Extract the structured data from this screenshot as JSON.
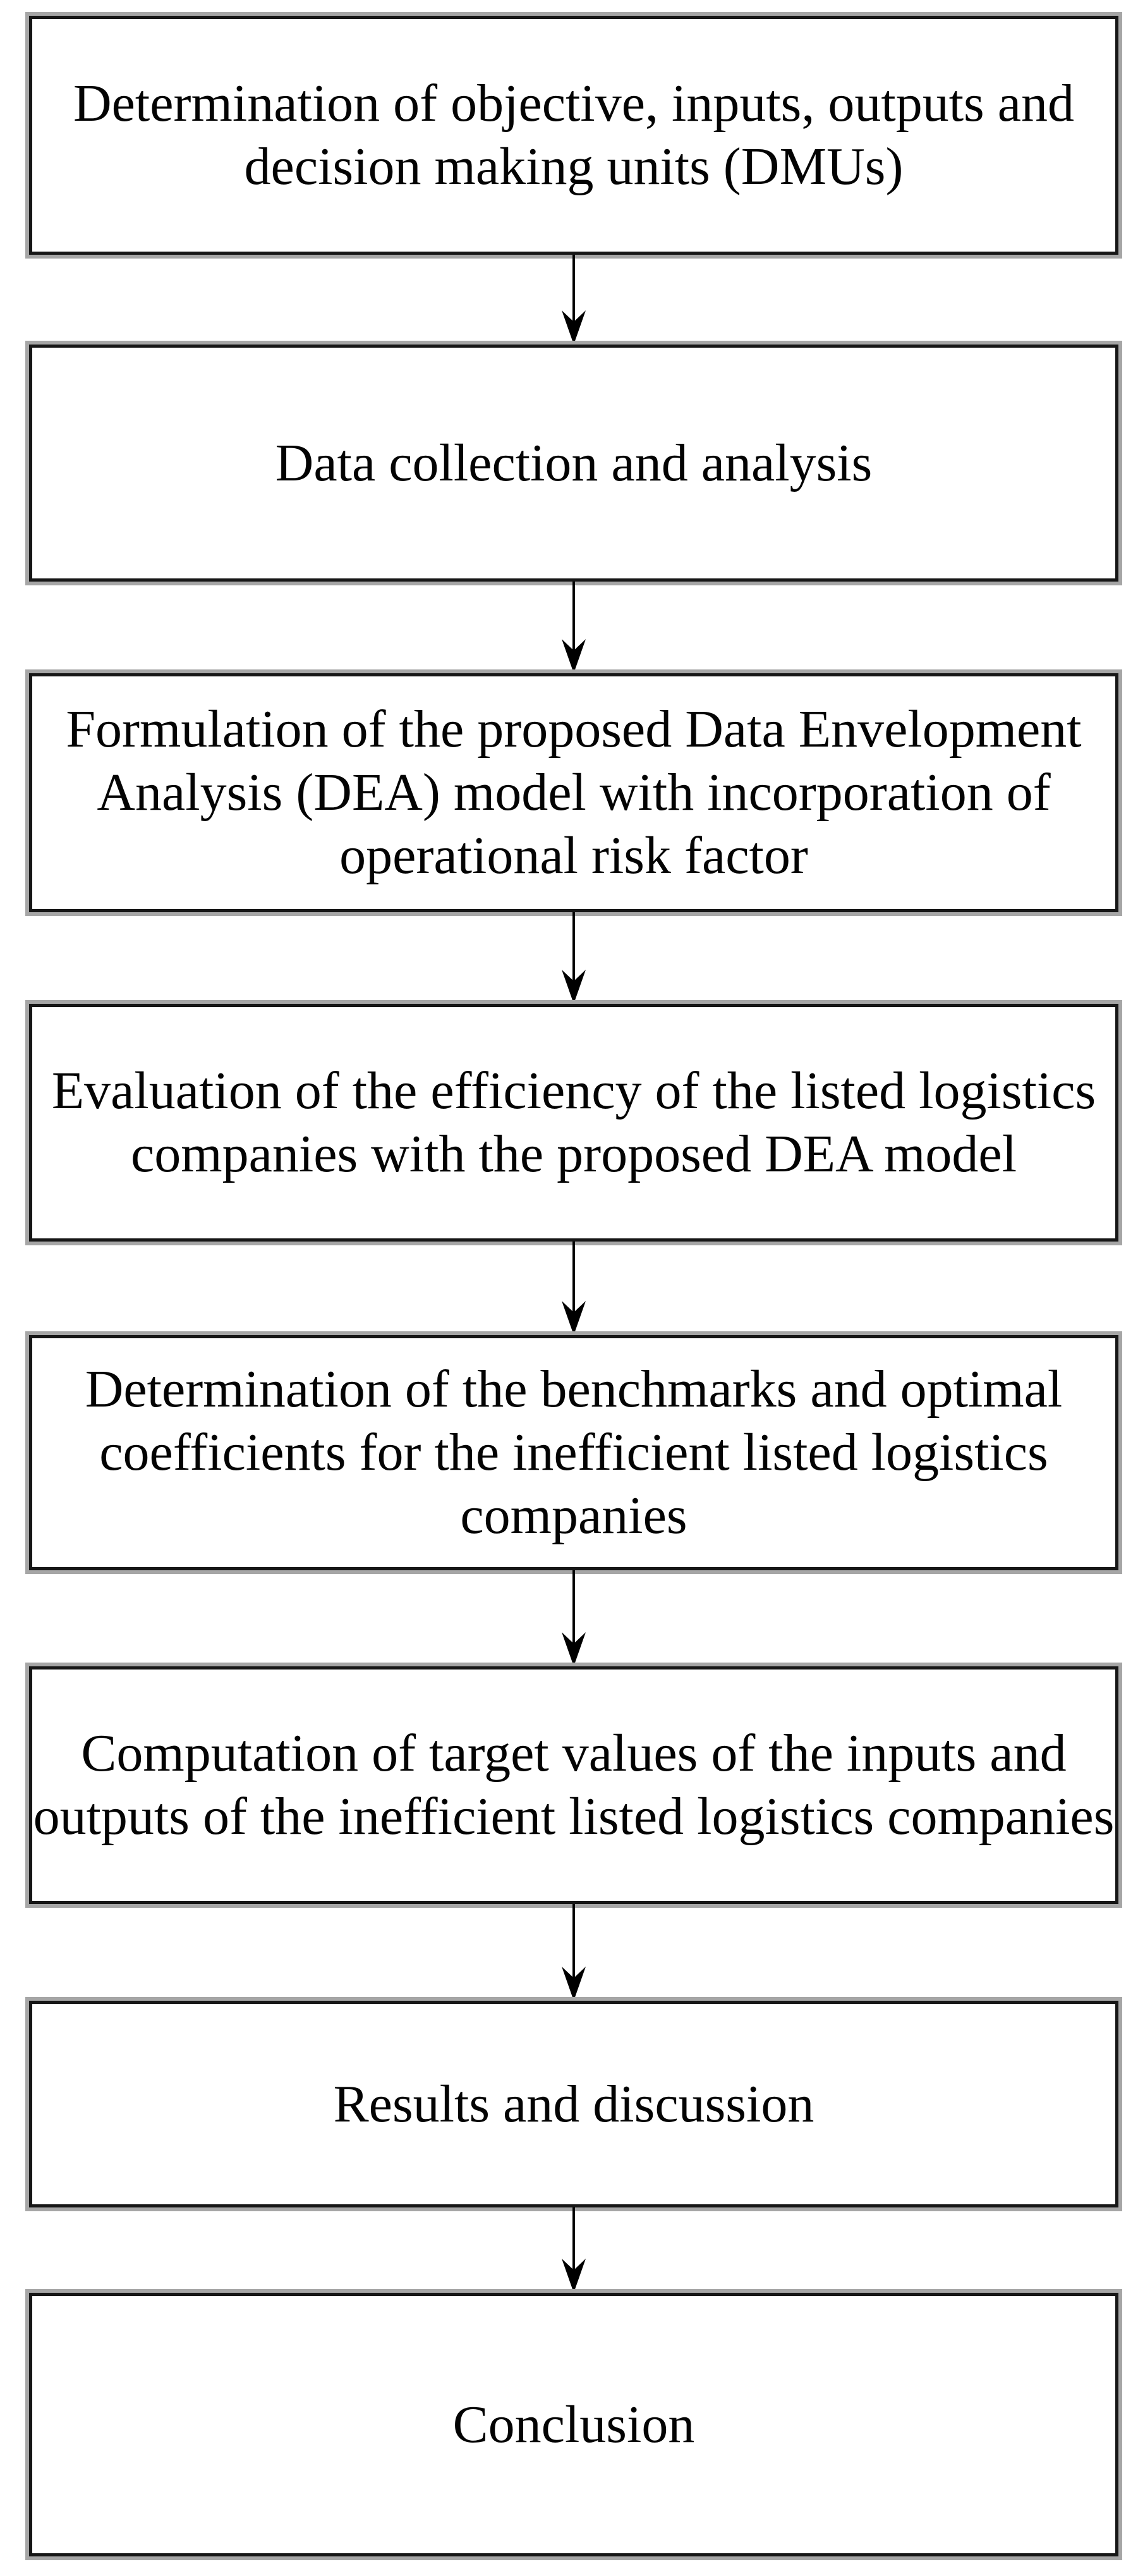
{
  "diagram": {
    "type": "flowchart",
    "direction": "top-down",
    "colors": {
      "background": "#ffffff",
      "box_fill": "#ffffff",
      "box_border": "#161616",
      "box_shadow": "#a6a6a6",
      "text": "#030303",
      "arrow": "#000000"
    },
    "steps": [
      {
        "id": 1,
        "label": "Determination of objective, inputs, outputs and decision making units (DMUs)",
        "lines": [
          "Determination of objective, inputs, outputs and",
          "decision making units (DMUs)"
        ]
      },
      {
        "id": 2,
        "label": "Data collection and analysis",
        "lines": [
          "Data collection and analysis"
        ]
      },
      {
        "id": 3,
        "label": "Formulation of the proposed Data Envelopment Analysis (DEA) model with incorporation of operational risk factor",
        "lines": [
          "Formulation of the proposed Data Envelopment",
          "Analysis (DEA) model with incorporation of",
          "operational risk factor"
        ]
      },
      {
        "id": 4,
        "label": "Evaluation of the efficiency of the listed logistics companies with the proposed DEA model",
        "lines": [
          "Evaluation of the efficiency of the listed logistics",
          "companies with the proposed DEA model"
        ]
      },
      {
        "id": 5,
        "label": "Determination of the benchmarks and optimal coefficients for the inefficient listed logistics companies",
        "lines": [
          "Determination of the benchmarks and optimal",
          "coefficients for the inefficient listed logistics",
          "companies"
        ]
      },
      {
        "id": 6,
        "label": "Computation of target values of the inputs and outputs of the inefficient listed logistics companies",
        "lines": [
          "Computation of target values of the inputs and",
          "outputs of the inefficient listed logistics companies"
        ]
      },
      {
        "id": 7,
        "label": "Results and discussion",
        "lines": [
          "Results and discussion"
        ]
      },
      {
        "id": 8,
        "label": "Conclusion",
        "lines": [
          "Conclusion"
        ]
      }
    ],
    "connectors": [
      {
        "from": 1,
        "to": 2,
        "type": "arrow-down"
      },
      {
        "from": 2,
        "to": 3,
        "type": "arrow-down"
      },
      {
        "from": 3,
        "to": 4,
        "type": "arrow-down"
      },
      {
        "from": 4,
        "to": 5,
        "type": "arrow-down"
      },
      {
        "from": 5,
        "to": 6,
        "type": "arrow-down"
      },
      {
        "from": 6,
        "to": 7,
        "type": "arrow-down"
      },
      {
        "from": 7,
        "to": 8,
        "type": "arrow-down"
      }
    ]
  }
}
